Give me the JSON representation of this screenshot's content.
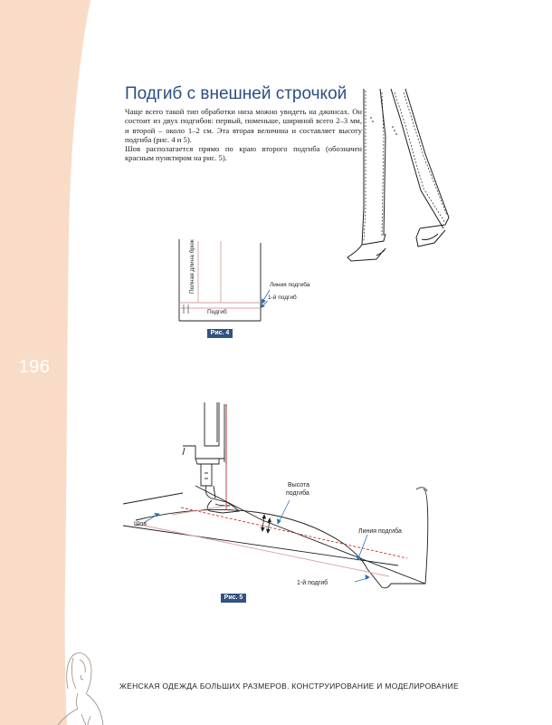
{
  "page": {
    "number": "196",
    "title": "Подгиб с внешней строчкой",
    "paragraphs": [
      "Чаще всего такой тип обработки низа можно увидеть на джинсах. Он состоит из двух подгибов: первый, поменьше, шириной всего 2–3 мм, и второй – около 1–2 см. Эта вторая величина и составляет высоту подгиба (рис. 4 и 5).",
      "Шов располагается прямо по краю второго подгиба (обозначен красным пунктиром на рис. 5)."
    ],
    "footer": "ЖЕНСКАЯ ОДЕЖДА БОЛЬШИХ РАЗМЕРОВ. КОНСТРУИРОВАНИЕ И МОДЕЛИРОВАНИЕ"
  },
  "figure4": {
    "caption": "Рис. 4",
    "vertical_label": "Полная длина брюк",
    "hem_label": "Подгиб",
    "line_label": "Линия подгиба",
    "first_fold_label": "1-й подгиб"
  },
  "figure5": {
    "caption": "Рис. 5",
    "seam_label": "Шов",
    "height_label_1": "Высота",
    "height_label_2": "подгиба",
    "line_label": "Линия подгиба",
    "first_fold_label": "1-й подгиб"
  },
  "colors": {
    "sidebar": "#f8dcc8",
    "title": "#2d4e83",
    "caption_box": "#33537f",
    "accent_line": "#d8a0a0",
    "red_stitch": "#c8302d"
  }
}
